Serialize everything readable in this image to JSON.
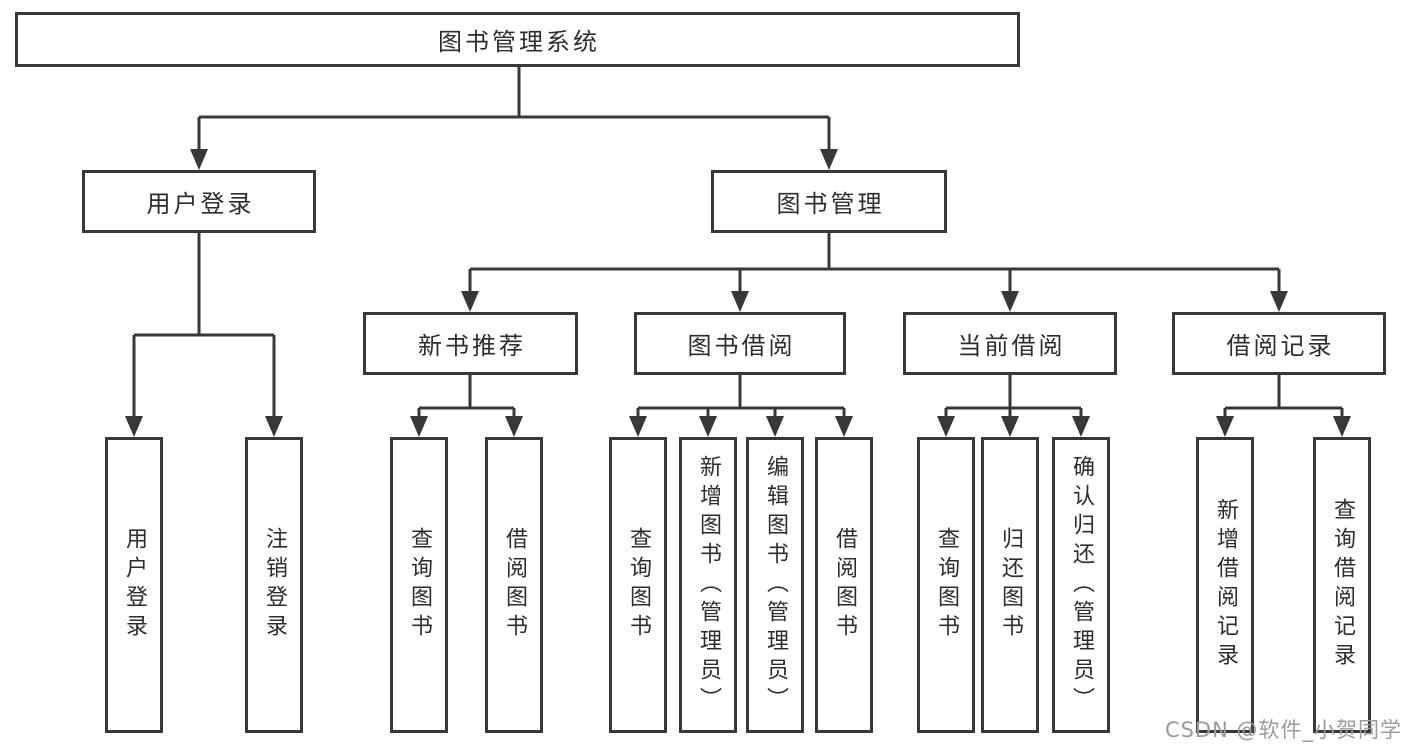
{
  "page": {
    "background": "#ffffff"
  },
  "colors": {
    "line": "#383838",
    "box_border": "#383838",
    "text": "#2d2d2d",
    "watermark": "#9b9b9b"
  },
  "watermark": {
    "text": "CSDN @软件_小贺同学"
  },
  "tree": {
    "root": {
      "label": "图书管理系统"
    },
    "branches": [
      {
        "label": "用户登录",
        "children": [
          {
            "label": "用户登录"
          },
          {
            "label": "注销登录"
          }
        ]
      },
      {
        "label": "图书管理",
        "children": [
          {
            "label": "新书推荐",
            "children": [
              {
                "label": "查询图书"
              },
              {
                "label": "借阅图书"
              }
            ]
          },
          {
            "label": "图书借阅",
            "children": [
              {
                "label": "查询图书"
              },
              {
                "label": "新增图书（管理员）"
              },
              {
                "label": "编辑图书（管理员）"
              },
              {
                "label": "借阅图书"
              }
            ]
          },
          {
            "label": "当前借阅",
            "children": [
              {
                "label": "查询图书"
              },
              {
                "label": "归还图书"
              },
              {
                "label": "确认归还（管理员）"
              }
            ]
          },
          {
            "label": "借阅记录",
            "children": [
              {
                "label": "新增借阅记录"
              },
              {
                "label": "查询借阅记录"
              }
            ]
          }
        ]
      }
    ]
  }
}
